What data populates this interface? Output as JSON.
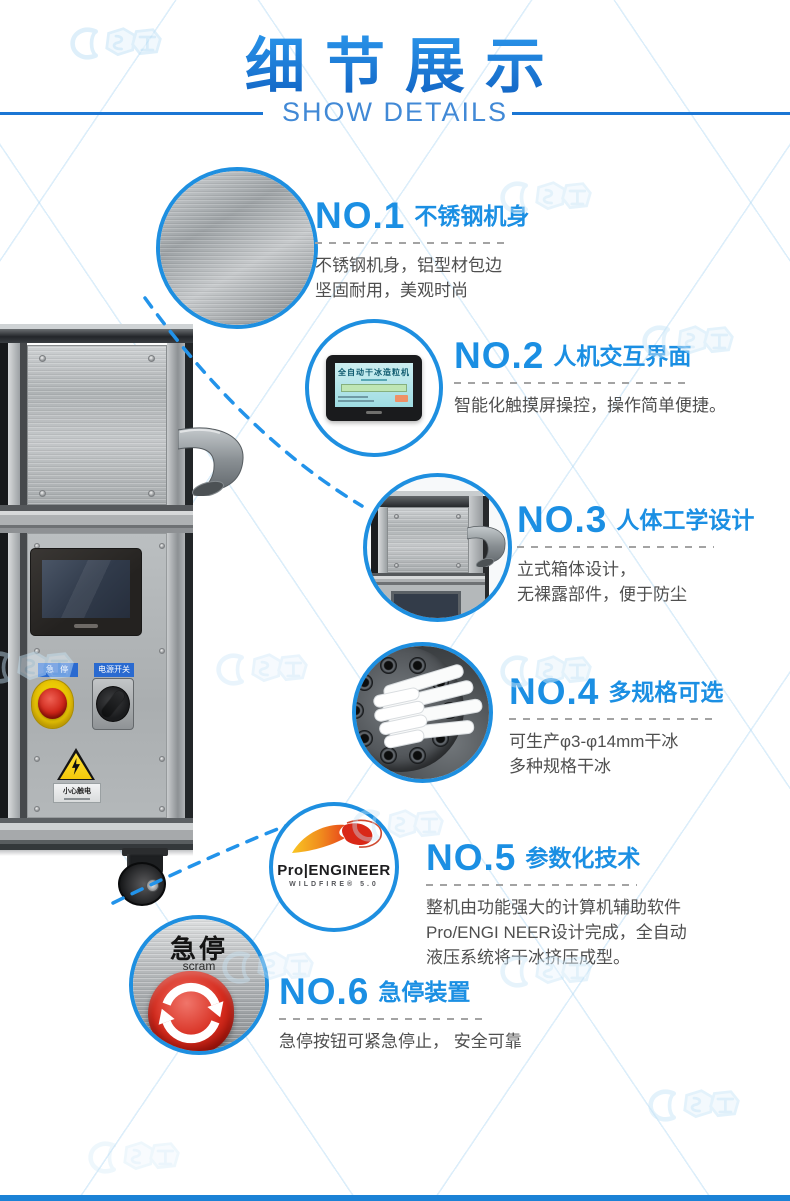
{
  "header": {
    "title": "细节展示",
    "subtitle": "SHOW DETAILS"
  },
  "features": [
    {
      "no": "NO.1",
      "title": "不锈钢机身",
      "desc": [
        "不锈钢机身，铝型材包边",
        "坚固耐用，美观时尚"
      ]
    },
    {
      "no": "NO.2",
      "title": "人机交互界面",
      "desc": [
        "智能化触摸屏操控，操作简单便捷。"
      ]
    },
    {
      "no": "NO.3",
      "title": "人体工学设计",
      "desc": [
        "立式箱体设计，",
        "无裸露部件，便于防尘"
      ]
    },
    {
      "no": "NO.4",
      "title": "多规格可选",
      "desc": [
        "可生产φ3-φ14mm干冰",
        "多种规格干冰"
      ]
    },
    {
      "no": "NO.5",
      "title": "参数化技术",
      "desc": [
        "整机由功能强大的计算机辅助软件",
        "Pro/ENGI NEER设计完成，全自动",
        "液压系统将干冰挤压成型。"
      ]
    },
    {
      "no": "NO.6",
      "title": "急停装置",
      "desc": [
        "急停按钮可紧急停止， 安全可靠"
      ]
    }
  ],
  "machine": {
    "estop_label": "急 停",
    "power_label": "电源开关",
    "warning_label": "小心触电",
    "hmi_title": "全自动干冰造粒机"
  },
  "logo": {
    "main": "Pro|ENGINEER",
    "sub": "WILDFIRE® 5.0"
  },
  "estop_circle": {
    "label": "急停",
    "sublabel": "scram"
  },
  "colors": {
    "accent": "#1b8fe3",
    "circle_ring": "#1e8fe0",
    "title_gradient_top": "#2f9ff2",
    "title_gradient_bottom": "#0f5fc0",
    "header_line": "#1b76d4",
    "body_text": "#4f4f4f",
    "bottom_bar": "#1b82d6",
    "watermark": "#c9e6f8"
  }
}
